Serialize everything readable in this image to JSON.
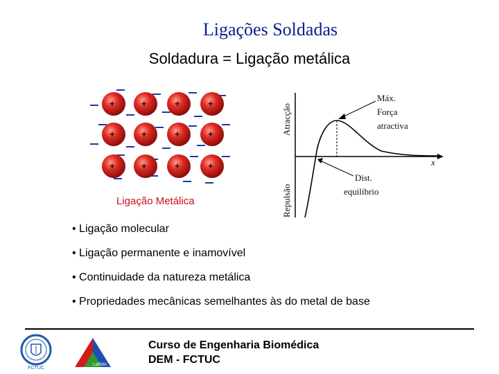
{
  "slide": {
    "title": "Ligações Soldadas",
    "subtitle": "Soldadura = Ligação metálica"
  },
  "figure_lattice": {
    "caption": "Ligação Metálica",
    "ion_label": "+",
    "ion_color": "#d32020",
    "electron_color": "#1a3aa0"
  },
  "figure_plot": {
    "y_attraction": "Atracção",
    "y_repulsion": "Repulsão",
    "x_label": "x",
    "max_label_1": "Máx.",
    "max_label_2": "Força",
    "max_label_3": "atractiva",
    "eq_label_1": "Dist.",
    "eq_label_2": "equilíbrio"
  },
  "bullets": [
    "• Ligação molecular",
    "• Ligação permanente e inamovível",
    "• Continuidade da natureza metálica",
    "• Propriedades mecânicas semelhantes às do metal de base"
  ],
  "footer": {
    "line1": "Curso de Engenharia Biomédica",
    "line2": "DEM - FCTUC",
    "seal_text": "FCTUC",
    "logo_text": "LaRMA"
  }
}
